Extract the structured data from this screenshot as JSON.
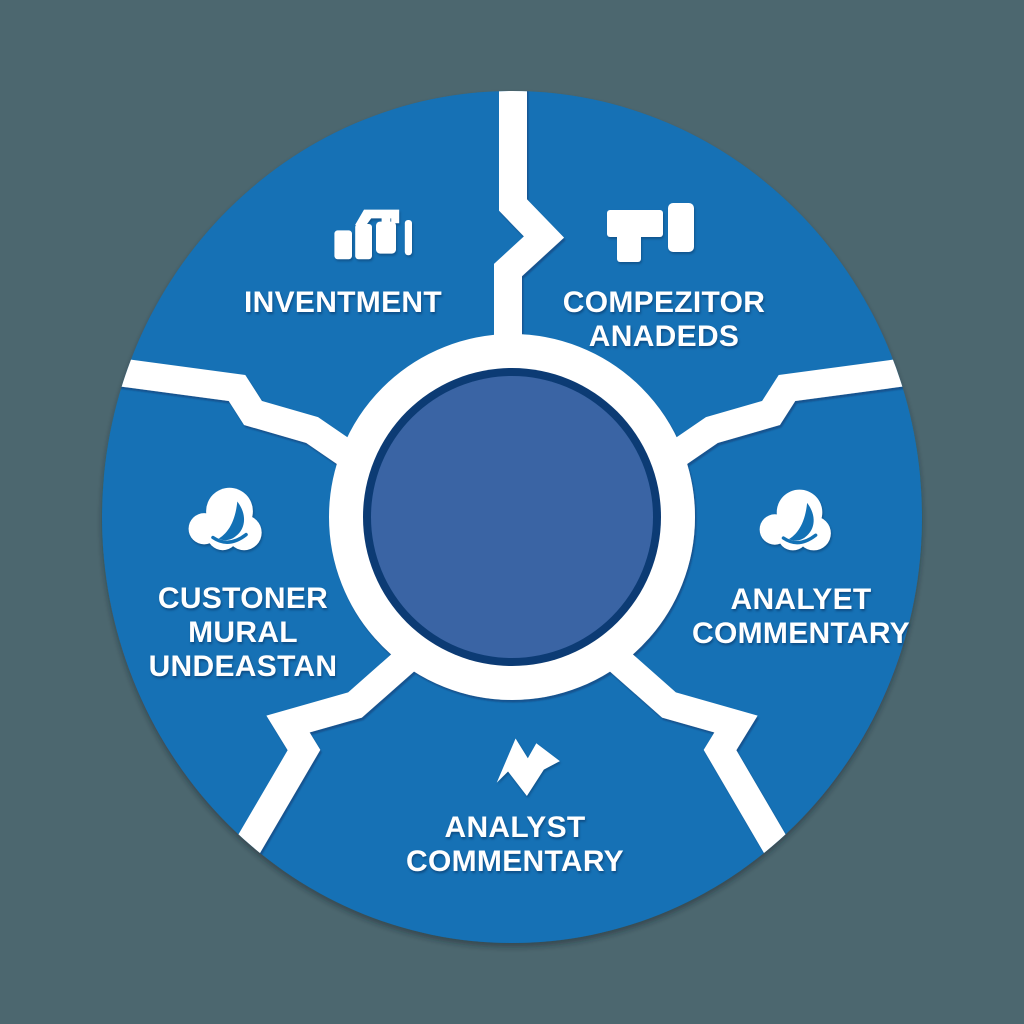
{
  "diagram": {
    "type": "segmented-wheel",
    "segment_count": 5,
    "center": {
      "content": ""
    },
    "segments": [
      {
        "id": "inventment",
        "position": "top-left",
        "icon": "bar-chart-pump-icon",
        "label_lines": [
          "INVENTMENT"
        ]
      },
      {
        "id": "compezitor-anadeds",
        "position": "top-right",
        "icon": "blocks-icon",
        "label_lines": [
          "COMPEZITOR",
          "ANADEDS"
        ]
      },
      {
        "id": "analyet-commentary",
        "position": "right",
        "icon": "cloud-icon",
        "label_lines": [
          "ANALYET",
          "COMMENTARY"
        ]
      },
      {
        "id": "analyst-commentary",
        "position": "bottom",
        "icon": "bolt-icon",
        "label_lines": [
          "ANALYST",
          "COMMENTARY"
        ]
      },
      {
        "id": "custoner-mural-undeastan",
        "position": "left",
        "icon": "cloud-icon",
        "label_lines": [
          "CUSTONER",
          "MURAL",
          "UNDEASTAN"
        ]
      }
    ]
  },
  "colors": {
    "background": "#4C676F",
    "wheel": "#1371B5",
    "center_fill": "#3A64A4",
    "center_ring": "#0C3B74",
    "divider": "#FFFFFF",
    "icon": "#FFFFFF",
    "text": "#FFFFFF"
  }
}
